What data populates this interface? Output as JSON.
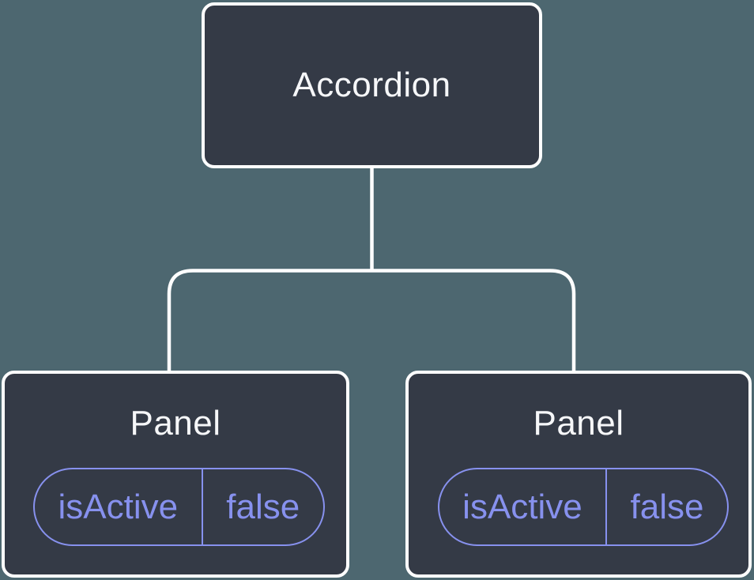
{
  "diagram": {
    "type": "component-tree",
    "colors": {
      "background": "#4d6770",
      "node_fill": "#343a46",
      "node_border": "#ffffff",
      "line": "#ffffff",
      "label_color": "#f6f7f9",
      "state_color": "#8791ee"
    },
    "root": {
      "label": "Accordion"
    },
    "children": [
      {
        "label": "Panel",
        "state": {
          "name": "isActive",
          "value": "false"
        }
      },
      {
        "label": "Panel",
        "state": {
          "name": "isActive",
          "value": "false"
        }
      }
    ]
  }
}
